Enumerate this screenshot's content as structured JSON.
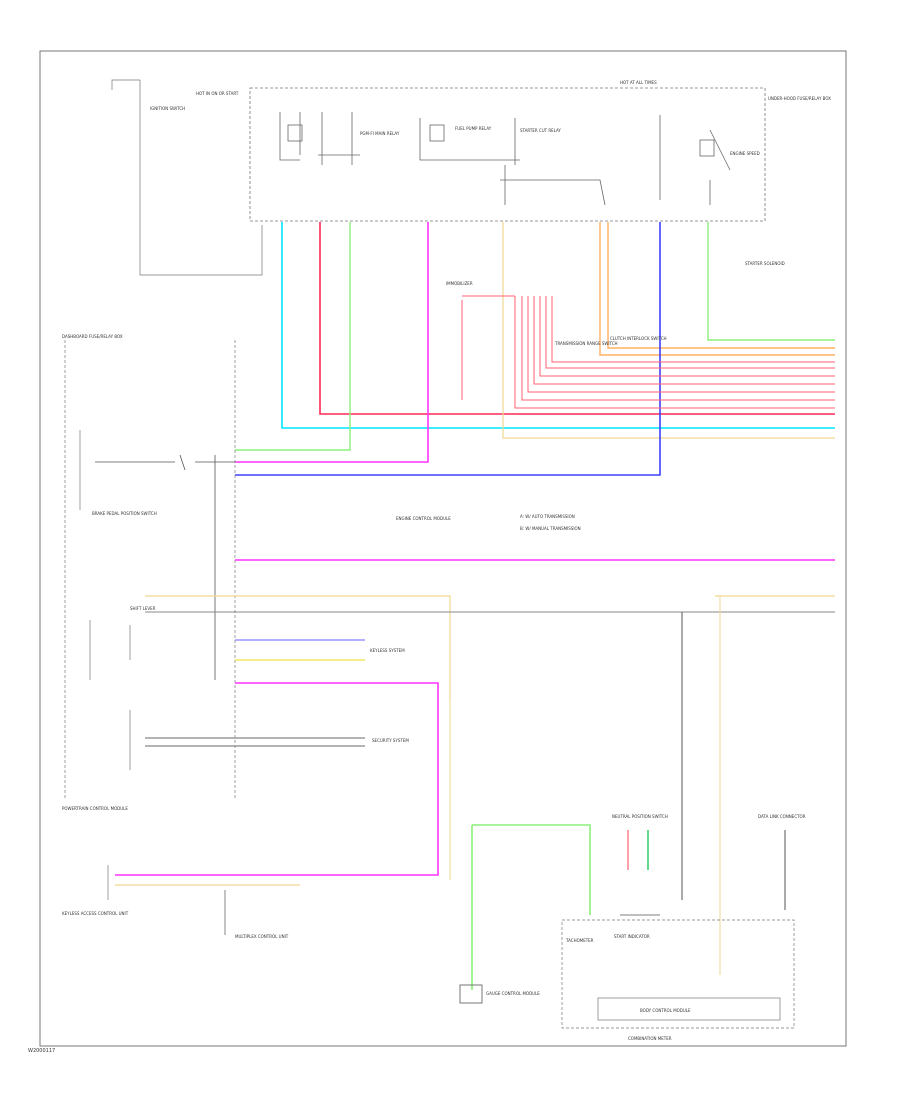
{
  "page": {
    "footer_code": "W2000117"
  },
  "colors": {
    "cyan": "#00e5ff",
    "red": "#ff2a55",
    "light_green": "#8cf07a",
    "magenta": "#ff33ff",
    "green": "#00c040",
    "orange": "#ffb060",
    "blue": "#4040ff",
    "tan": "#f0d890",
    "gray_line": "#555555",
    "frame": "#666666"
  },
  "labels": {
    "pcm_caption": "POWERTRAIN CONTROL MODULE",
    "keyless_caption": "KEYLESS ACCESS CONTROL UNIT",
    "gauge_caption": "GAUGE CONTROL MODULE",
    "combination_meter": "COMBINATION METER",
    "body_control": "BODY CONTROL MODULE",
    "a_legend": "A: W/ AUTO TRANSMISSION",
    "b_legend": "B: W/ MANUAL TRANSMISSION",
    "starter_cut_relay": "STARTER CUT RELAY",
    "brake_switch": "BRAKE PEDAL POSITION SWITCH",
    "hot_at_all_times": "HOT AT ALL TIMES",
    "hot_in_run": "HOT IN ON OR START",
    "engine_speed": "ENGINE SPEED",
    "fuel_pump": "FUEL PUMP RELAY",
    "main_relay": "PGM-FI MAIN RELAY",
    "immobilizer": "IMMOBILIZER",
    "shift_lever": "SHIFT LEVER",
    "transmission_range": "TRANSMISSION RANGE SWITCH",
    "starter_solenoid": "STARTER SOLENOID",
    "ignition_switch": "IGNITION SWITCH",
    "clutch_interlock": "CLUTCH INTERLOCK SWITCH",
    "neutral_position": "NEUTRAL POSITION SWITCH",
    "data_link": "DATA LINK CONNECTOR",
    "tachometer": "TACHOMETER",
    "start_indicator": "START INDICATOR",
    "engine_control": "ENGINE CONTROL MODULE",
    "keyless_system": "KEYLESS SYSTEM",
    "security_system": "SECURITY SYSTEM",
    "multiplex_control": "MULTIPLEX CONTROL UNIT",
    "underhood_box": "UNDER-HOOD FUSE/RELAY BOX",
    "dash_fuse_box": "DASHBOARD FUSE/RELAY BOX"
  }
}
